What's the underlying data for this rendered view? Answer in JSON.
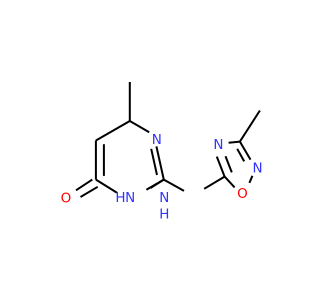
{
  "molecule": {
    "atoms": {
      "n_ring_top": {
        "label": "N",
        "color": "#3333ff"
      },
      "nh_ring": {
        "label": "N",
        "color": "#3333ff"
      },
      "h_ring": {
        "label": "H",
        "color": "#3333ff"
      },
      "nh_link": {
        "label": "N",
        "color": "#3333ff"
      },
      "h_link": {
        "label": "H",
        "color": "#3333ff"
      },
      "oxygen_carbonyl": {
        "label": "O",
        "color": "#ff0000"
      },
      "n_oxadiazole_4": {
        "label": "N",
        "color": "#3333ff"
      },
      "n_oxadiazole_2": {
        "label": "N",
        "color": "#3333ff"
      },
      "o_oxadiazole": {
        "label": "O",
        "color": "#ff0000"
      }
    }
  }
}
